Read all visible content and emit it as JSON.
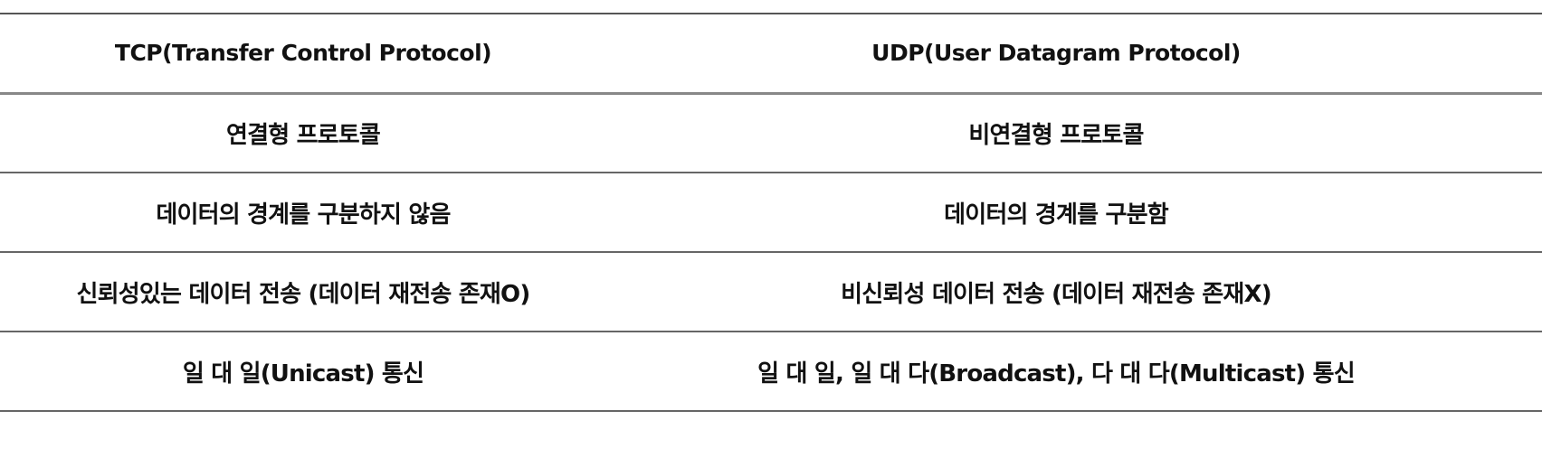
{
  "table": {
    "headers": [
      "TCP(Transfer Control Protocol)",
      "UDP(User Datagram Protocol)"
    ],
    "rows": [
      [
        "연결형 프로토콜",
        "비연결형 프로토콜"
      ],
      [
        "데이터의 경계를 구분하지 않음",
        "데이터의 경계를 구분함"
      ],
      [
        "신뢰성있는 데이터 전송 (데이터 재전송 존재O)",
        "비신뢰성 데이터 전송 (데이터 재전송 존재X)"
      ],
      [
        "일 대 일(Unicast) 통신",
        "일 대 일, 일 대 다(Broadcast), 다 대 다(Multicast) 통신"
      ]
    ]
  }
}
